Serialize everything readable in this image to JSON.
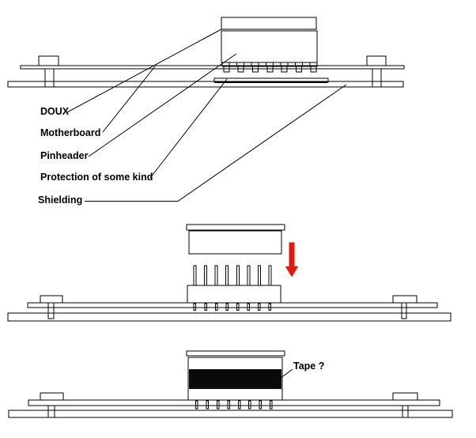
{
  "figure1": {
    "labels": {
      "doux": "DOUX",
      "motherboard": "Motherboard",
      "pinheader": "Pinheader",
      "protection": "Protection of some kind",
      "shielding": "Shielding"
    }
  },
  "figure3": {
    "labels": {
      "tape": "Tape ?"
    }
  },
  "colors": {
    "line": "#000000",
    "text": "#000000",
    "background": "#ffffff",
    "arrow_red": "#e01812",
    "tape_fill": "#0a0a0a"
  }
}
